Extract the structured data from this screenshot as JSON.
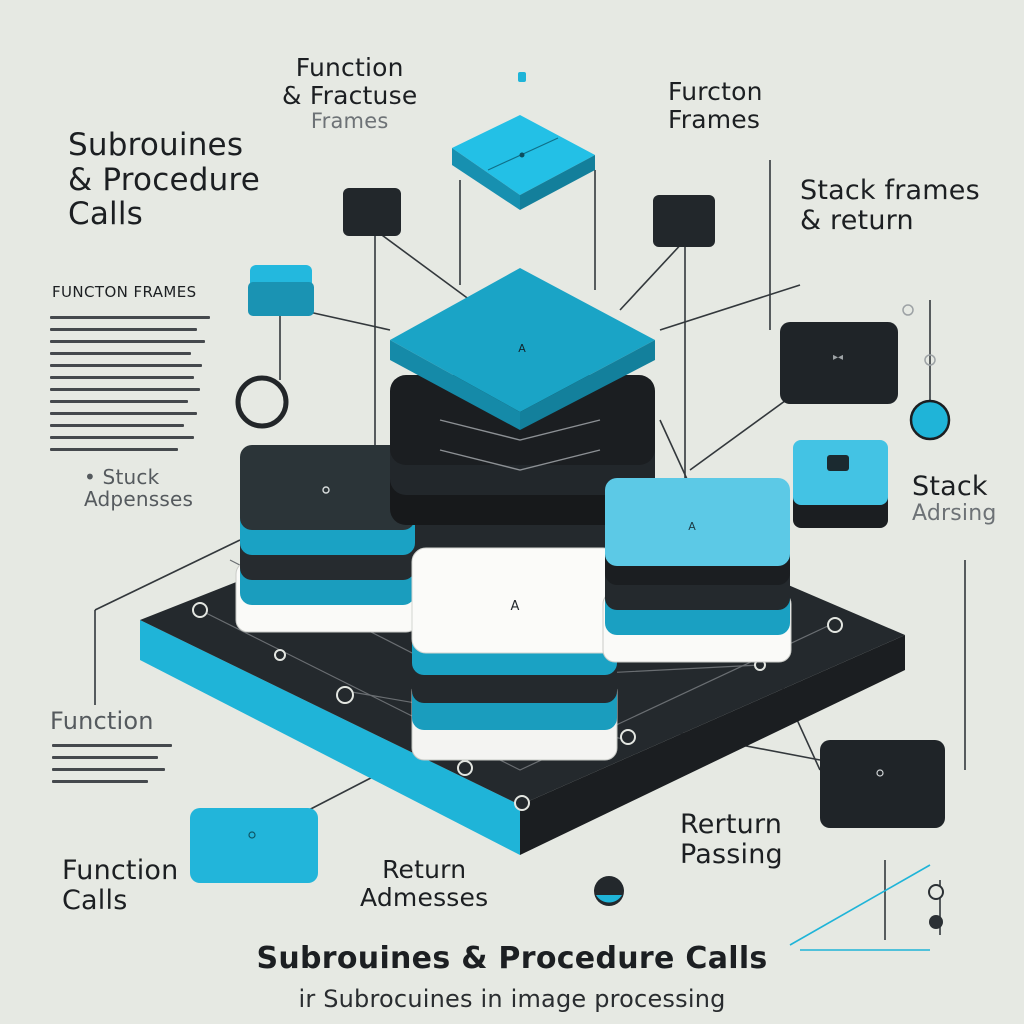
{
  "labels": {
    "left_title": [
      "Subrouines",
      "& Procedure",
      "Calls"
    ],
    "top_center": [
      "Function",
      "& Fractuse",
      "Frames"
    ],
    "top_right": [
      "Furcton",
      "Frames"
    ],
    "right_upper": [
      "Stack frames",
      "& return"
    ],
    "left_small": "FUNCTON FRAMES",
    "left_stack": [
      "• Stuck",
      "Adpensses"
    ],
    "right_stack": [
      "Stack",
      "Adrsing"
    ],
    "left_function": "Function",
    "function_calls": [
      "Function",
      "Calls"
    ],
    "return_addresses": [
      "Return",
      "Admesses"
    ],
    "return_passing": [
      "Rerturn",
      "Passing"
    ],
    "block_marks": {
      "top_stack": "A",
      "center_stack": "A",
      "right_stack": "A"
    }
  },
  "footer": {
    "title": "Subrouines & Procedure Calls",
    "subtitle": "ir Subrocuines in image processing"
  },
  "colors": {
    "background": "#e6e9e3",
    "accent_cyan": "#1fb4d8",
    "dark": "#23282c",
    "white_block": "#f6f6f4"
  }
}
